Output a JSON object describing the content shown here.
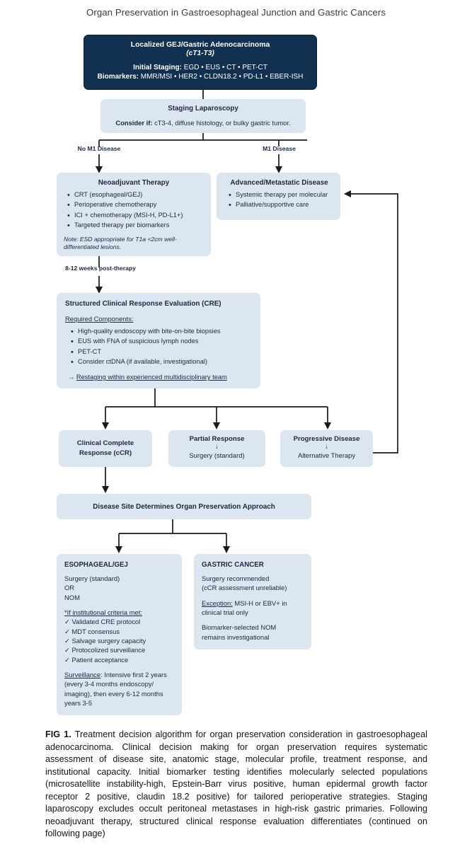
{
  "figure": {
    "title": "Organ Preservation in Gastroesophageal Junction and Gastric Cancers",
    "caption_label": "FIG 1.",
    "caption_text": " Treatment decision algorithm for organ preservation consideration in gastroesophageal adenocarcinoma. Clinical decision making for organ preservation requires systematic assessment of disease site, anatomic stage, molecular profile, treatment response, and institutional capacity. Initial biomarker testing identifies molecularly selected populations (microsatellite instability-high, Epstein-Barr virus positive, human epidermal growth factor receptor 2 positive, claudin 18.2 positive) for tailored perioperative strategies. Staging laparoscopy excludes occult peritoneal metastases in high-risk gastric primaries. Following neoadjuvant therapy, structured clinical response evaluation differentiates  (continued on following page)"
  },
  "colors": {
    "navy_box": "#12304f",
    "light_box": "#dbe6f0",
    "text_dark": "#1b2a41",
    "connector": "#1a1a1a"
  },
  "nodes": {
    "primary": {
      "title": "Localized GEJ/Gastric Adenocarcinoma",
      "stage": "(cT1-T3)",
      "staging_label": "Initial Staging:",
      "staging_value": " EGD • EUS • CT • PET-CT",
      "biomarkers_label": "Biomarkers:",
      "biomarkers_value": " MMR/MSI • HER2 • CLDN18.2 • PD-L1 • EBER-ISH"
    },
    "laparoscopy": {
      "title": "Staging Laparoscopy",
      "consider_label": "Consider if:",
      "consider_value": " cT3-4, diffuse histology, or bulky gastric tumor."
    },
    "neoadjuvant": {
      "title": "Neoadjuvant Therapy",
      "bullets": [
        "CRT (esophageal/GEJ)",
        "Perioperative chemotherapy",
        "ICI + chemotherapy (MSI-H, PD-L1+)",
        "Targeted therapy per biomarkers"
      ],
      "note": "Note: ESD appropriate for T1a <2cm well-differentiated lesions."
    },
    "advanced": {
      "title": "Advanced/Metastatic Disease",
      "bullets": [
        "Systemic therapy per molecular",
        "Palliative/supportive care"
      ]
    },
    "cre": {
      "title": "Structured Clinical Response Evaluation (CRE)",
      "subhead": "Required Components:",
      "bullets": [
        "High-quality endoscopy with bite-on-bite biopsies",
        "EUS with FNA of suspicious lymph nodes",
        "PET-CT",
        "Consider ctDNA (if available, investigational)"
      ],
      "arrow_prefix": "→ ",
      "arrow_text": "Restaging within experienced multidisciplinary team"
    },
    "ccr": {
      "title": "Clinical Complete Response (cCR)"
    },
    "partial": {
      "title": "Partial Response",
      "arrow": "↓",
      "action": "Surgery (standard)"
    },
    "progressive": {
      "title": "Progressive Disease",
      "arrow": "↓",
      "action": "Alternative Therapy"
    },
    "site": {
      "title": "Disease Site Determines Organ Preservation Approach"
    },
    "esophageal": {
      "heading": "ESOPHAGEAL/GEJ",
      "line1": "Surgery (standard)",
      "line2": "OR",
      "line3": "NOM",
      "criteria_head": "*If institutional criteria met:",
      "criteria": [
        "✓ Validated CRE protocol",
        "✓ MDT consensus",
        "✓ Salvage surgery capacity",
        "✓ Protocolized surveillance",
        "✓ Patient acceptance"
      ],
      "surveillance_label": "Surveillance",
      "surveillance_text": ": Intensive first 2 years (every 3-4 months endoscopy/ imaging), then every 6-12 months years 3-5"
    },
    "gastric": {
      "heading": "GASTRIC CANCER",
      "line1": "Surgery recommended",
      "line2": "(cCR assessment unreliable)",
      "exception_label": "Exception:",
      "exception_text": " MSI-H or EBV+ in clinical trial only",
      "line3": "Biomarker-selected NOM",
      "line4": "remains investigational"
    }
  },
  "edges": {
    "no_m1": "No M1 Disease",
    "m1": "M1 Disease",
    "post_therapy": "8-12 weeks post-therapy"
  }
}
